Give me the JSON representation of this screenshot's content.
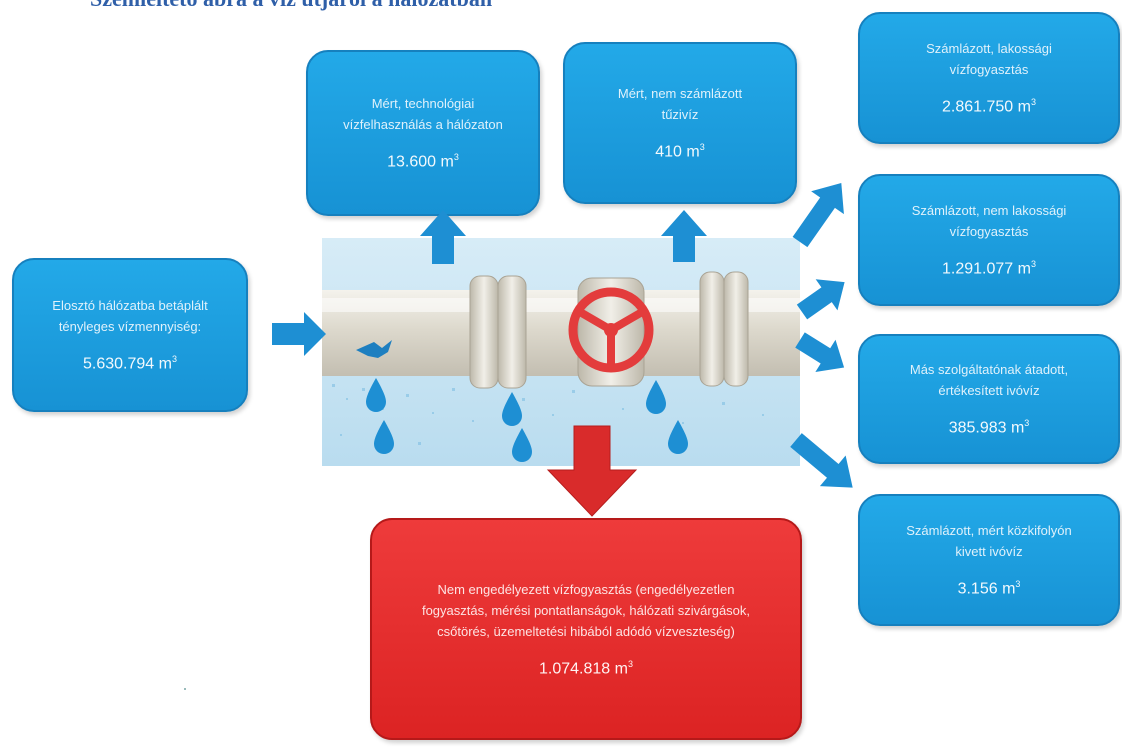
{
  "header": {
    "title": "Szemléltető ábra a víz útjáról a hálózatban"
  },
  "input": {
    "label": "Elosztó hálózatba betáplált tényleges vízmennyiség:",
    "value": "5.630.794 m",
    "unit_sup": "3"
  },
  "top_boxes": [
    {
      "label": "Mért, technológiai vízfelhasználás a hálózaton",
      "value": "13.600 m",
      "unit_sup": "3"
    },
    {
      "label": "Mért, nem számlázott tűzivíz",
      "value": "410 m",
      "unit_sup": "3"
    }
  ],
  "right_boxes": [
    {
      "label": "Számlázott, lakossági vízfogyasztás",
      "value": "2.861.750 m",
      "unit_sup": "3"
    },
    {
      "label": "Számlázott, nem lakossági vízfogyasztás",
      "value": "1.291.077 m",
      "unit_sup": "3"
    },
    {
      "label": "Más szolgáltatónak átadott, értékesített ivóvíz",
      "value": "385.983 m",
      "unit_sup": "3"
    },
    {
      "label": "Számlázott, mért közkifolyón kivett ivóvíz",
      "value": "3.156 m",
      "unit_sup": "3"
    }
  ],
  "loss_box": {
    "label": "Nem engedélyezett vízfogyasztás (engedélyezetlen fogyasztás, mérési pontatlanságok, hálózati szivárgások, csőtörés, üzemeltetési hibából adódó vízveszteség)",
    "value": "1.074.818 m",
    "unit_sup": "3"
  },
  "colors": {
    "box_blue": "#1a9ad9",
    "box_red": "#e22c2c",
    "arrow_blue": "#1e8fd3",
    "arrow_red": "#d92b2b",
    "pipe": "#dcd8cc",
    "valve": "#e33c3c",
    "water": "#bfe1f3"
  },
  "icons": [
    "pipe-illustration",
    "valve-wheel-icon",
    "water-drop-icon",
    "leak-spray-icon"
  ]
}
